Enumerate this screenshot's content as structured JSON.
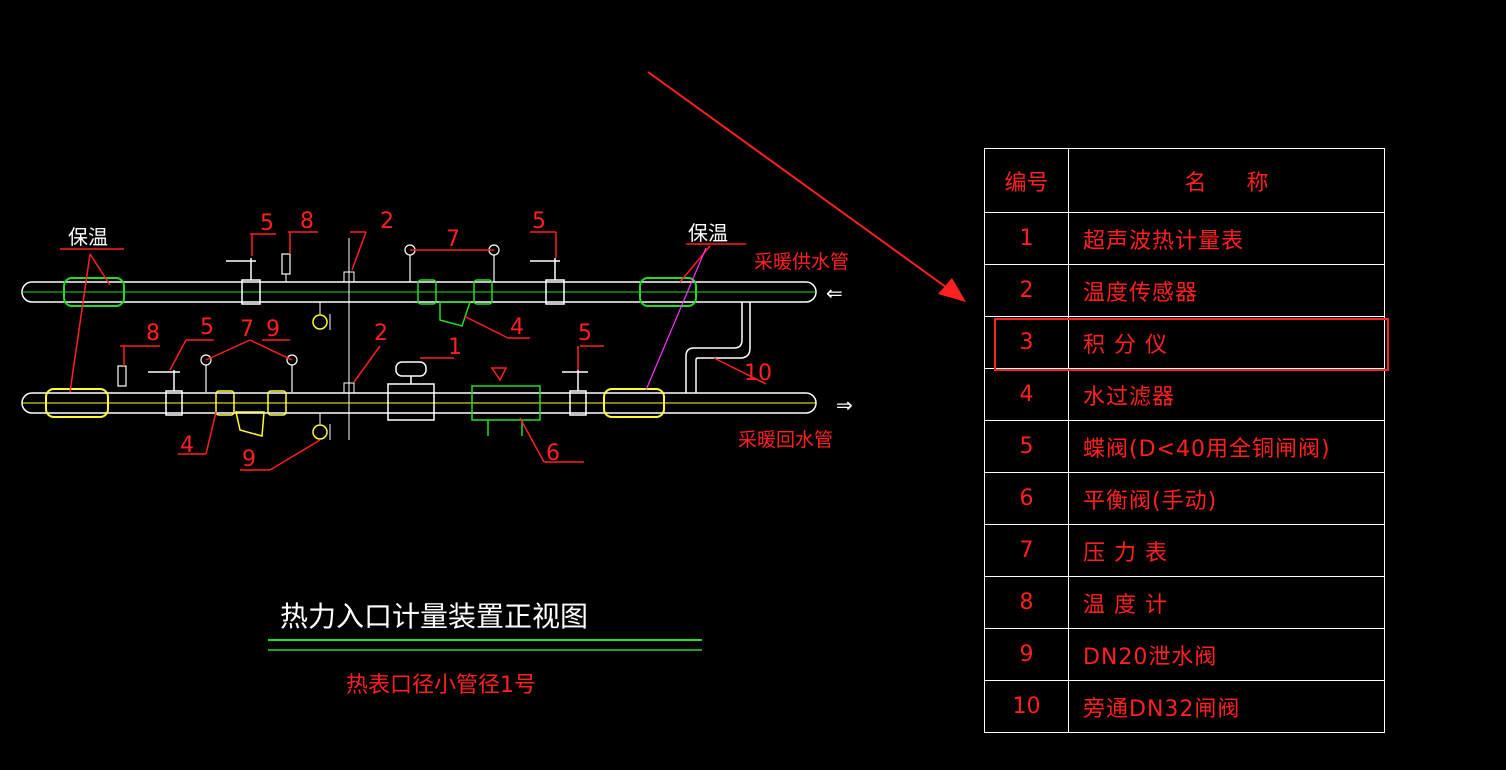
{
  "diagram": {
    "labels": {
      "insulation_left": "保温",
      "insulation_right": "保温",
      "supply_pipe": "采暖供水管",
      "return_pipe": "采暖回水管"
    },
    "callouts_top": [
      "5",
      "8",
      "2",
      "7",
      "5"
    ],
    "callouts_bottom": [
      "8",
      "5",
      "7",
      "9",
      "2",
      "1",
      "10",
      "5",
      "4",
      "9",
      "6",
      "4"
    ],
    "title": "热力入口计量装置正视图",
    "subtitle": "热表口径小管径1号",
    "arrow_supply": "⇐",
    "arrow_return": "⇒",
    "colors": {
      "pipe": "#ffffff",
      "insulation": "#22dd22",
      "return_fitting": "#ffff33",
      "valve": "#ffffff",
      "label": "#ff2020",
      "leader": "#ff2020",
      "highlight": "#ff2020"
    }
  },
  "legend": {
    "header": {
      "num": "编号",
      "name": "名称"
    },
    "rows": [
      {
        "num": "1",
        "name": "超声波热计量表"
      },
      {
        "num": "2",
        "name": "温度传感器"
      },
      {
        "num": "3",
        "name": "积 分 仪"
      },
      {
        "num": "4",
        "name": "水过滤器"
      },
      {
        "num": "5",
        "name": "蝶阀(D<40用全铜闸阀)"
      },
      {
        "num": "6",
        "name": "平衡阀(手动)"
      },
      {
        "num": "7",
        "name": "压 力 表"
      },
      {
        "num": "8",
        "name": "温 度 计"
      },
      {
        "num": "9",
        "name": "DN20泄水阀"
      },
      {
        "num": "10",
        "name": "旁通DN32闸阀"
      }
    ]
  }
}
